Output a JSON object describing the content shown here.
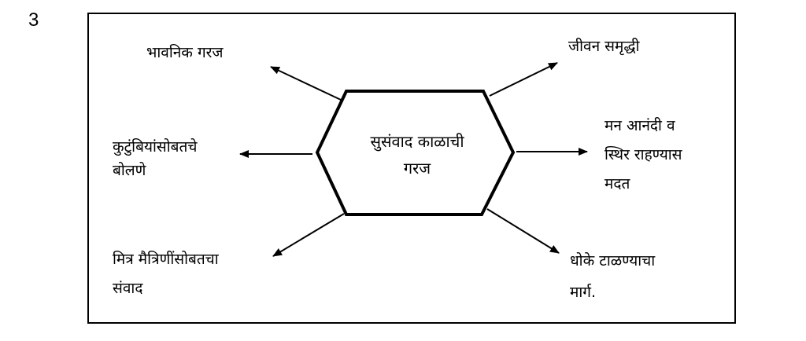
{
  "question_number": "3",
  "center": {
    "line1": "सुसंवाद काळाची",
    "line2": "गरज"
  },
  "nodes": {
    "top_left": {
      "lines": [
        "भावनिक गरज"
      ]
    },
    "mid_left": {
      "lines": [
        "कुटुंबियांसोबतचे",
        "बोलणे"
      ]
    },
    "bottom_left": {
      "lines": [
        "मित्र मैत्रिणींसोबतचा",
        "संवाद"
      ]
    },
    "top_right": {
      "lines": [
        "जीवन समृद्धी"
      ]
    },
    "mid_right": {
      "lines": [
        "मन आनंदी व",
        "स्थिर राहण्यास",
        "मदत"
      ]
    },
    "bottom_right": {
      "lines": [
        "धोके टाळण्याचा",
        "मार्ग."
      ]
    }
  },
  "colors": {
    "stroke": "#000000",
    "background": "#ffffff"
  }
}
